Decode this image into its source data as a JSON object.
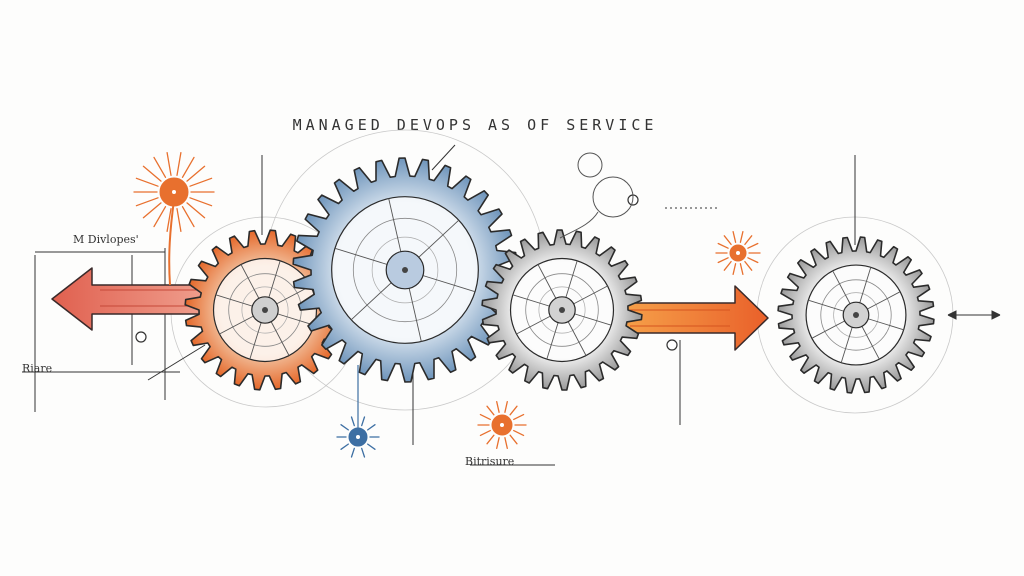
{
  "diagram": {
    "title": "MANAGED DEVOPS AS OF SERVICE",
    "labels": {
      "top_left": "M Divlopes'",
      "left": "Riare",
      "bottom": "Bitrisure"
    },
    "colors": {
      "orange": "#e8702e",
      "red_arrow": "#e0604f",
      "blue_gear": "#6f95bb",
      "gray_gear": "#a8a8a8",
      "ink": "#2b2b2b",
      "sun_blue": "#3d6fa3"
    },
    "icons": [
      "sun-orange-icon",
      "sun-blue-icon",
      "gear-icon",
      "arrow-left-icon",
      "arrow-right-icon",
      "double-arrow-icon"
    ]
  }
}
